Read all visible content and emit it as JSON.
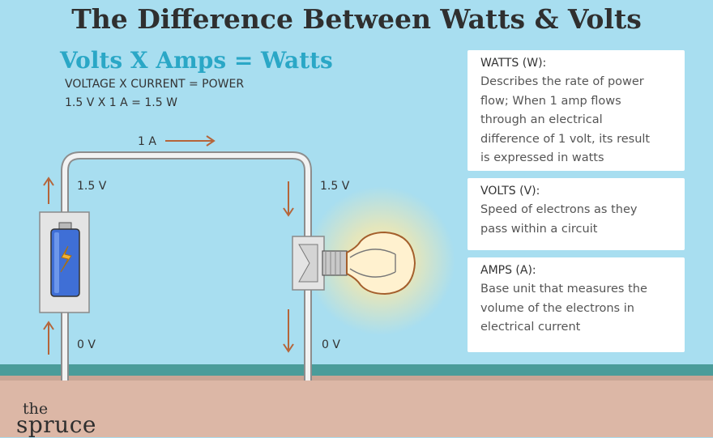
{
  "title": "The Difference Between Watts & Volts",
  "formula": "Volts X Amps = Watts",
  "equation_words": "VOLTAGE X CURRENT = POWER",
  "equation_values": "1.5 V X 1 A = 1.5 W",
  "diagram": {
    "current_label": "1 A",
    "left_top_voltage": "1.5 V",
    "left_bottom_voltage": "0 V",
    "right_top_voltage": "1.5 V",
    "right_bottom_voltage": "0 V"
  },
  "cards": {
    "watts": {
      "heading": "WATTS (W):",
      "lines": [
        "Describes the rate of power",
        "flow; When 1 amp flows",
        "through an electrical",
        "difference of 1 volt, its result",
        "is expressed in watts"
      ]
    },
    "volts": {
      "heading": "VOLTS (V):",
      "lines": [
        "Speed of electrons as they",
        "pass within a circuit"
      ]
    },
    "amps": {
      "heading": "AMPS (A):",
      "lines": [
        "Base unit that measures the",
        "volume of the electrons in",
        "electrical current"
      ]
    }
  },
  "brand": {
    "line1": "the",
    "line2": "spruce"
  },
  "colors": {
    "sky": "#a8def0",
    "accent": "#2aa7c6",
    "arrow": "#b5653a",
    "battery": "#3f6fd6",
    "ground_strip": "#4a9c9a",
    "ground": "#dcb7a6"
  }
}
